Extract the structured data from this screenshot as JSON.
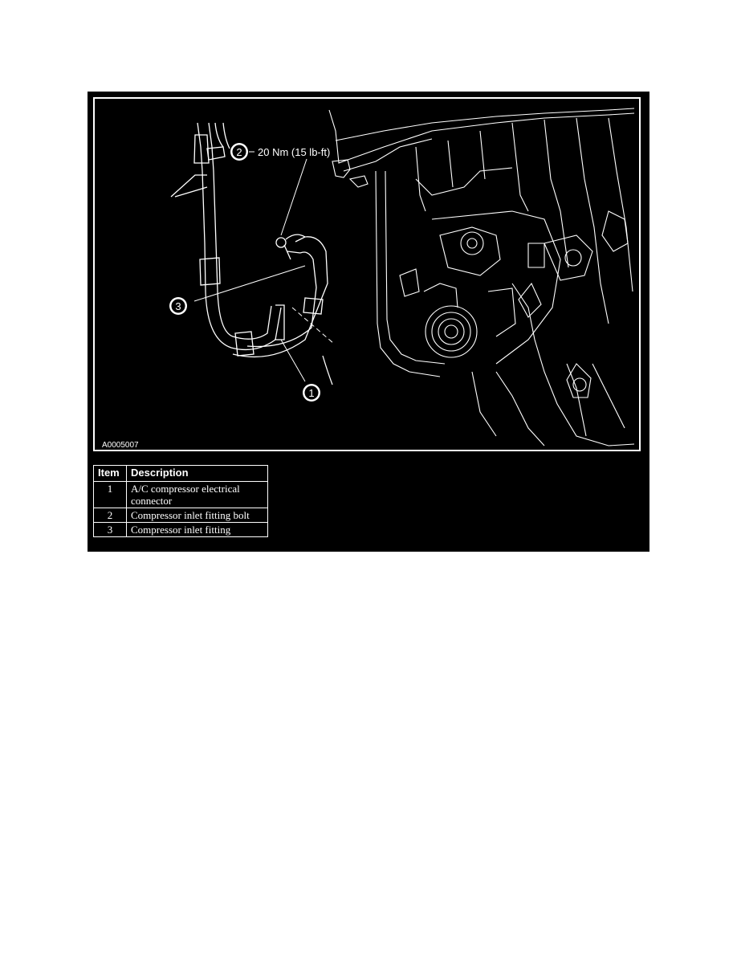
{
  "figure": {
    "callouts": [
      {
        "number": "1"
      },
      {
        "number": "2"
      },
      {
        "number": "3"
      }
    ],
    "torque_label": "20 Nm (15 lb-ft)",
    "figure_id": "A0005007"
  },
  "legend": {
    "headers": {
      "item": "Item",
      "description": "Description"
    },
    "rows": [
      {
        "item": "1",
        "description": "A/C compressor electrical connector"
      },
      {
        "item": "2",
        "description": "Compressor inlet fitting bolt"
      },
      {
        "item": "3",
        "description": "Compressor inlet fitting"
      }
    ]
  }
}
